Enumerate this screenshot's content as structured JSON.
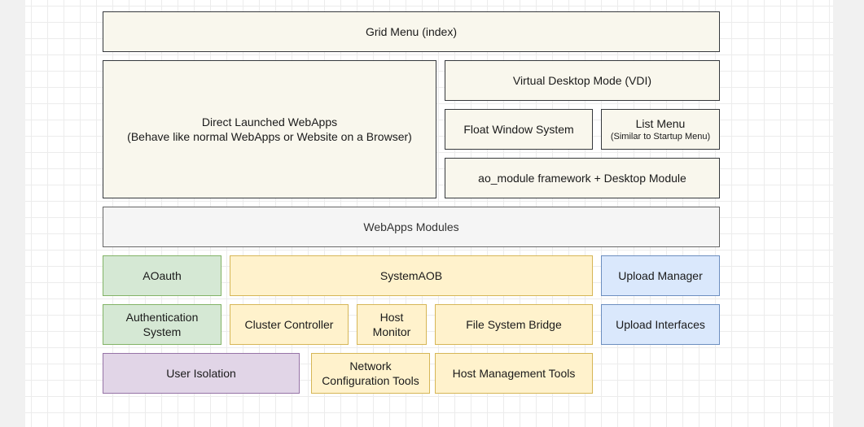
{
  "diagram": {
    "grid_menu": "Grid Menu (index)",
    "direct_webapps": {
      "line1": "Direct Launched WebApps",
      "line2": "(Behave like normal WebApps or Website on a Browser)"
    },
    "vdi": "Virtual Desktop Mode (VDI)",
    "float_window": "Float Window System",
    "list_menu": {
      "line1": "List Menu",
      "line2": "(Similar to Startup Menu)"
    },
    "ao_module": "ao_module framework + Desktop Module",
    "webapps_modules": "WebApps Modules",
    "aoauth": "AOauth",
    "systemaob": "SystemAOB",
    "upload_manager": "Upload Manager",
    "authentication": {
      "line1": "Authentication",
      "line2": "System"
    },
    "cluster_controller": "Cluster Controller",
    "host_monitor": {
      "line1": "Host",
      "line2": "Monitor"
    },
    "file_system_bridge": "File System Bridge",
    "upload_interfaces": "Upload Interfaces",
    "user_isolation": "User Isolation",
    "network_config": {
      "line1": "Network",
      "line2": "Configuration Tools"
    },
    "host_management": "Host Management Tools"
  },
  "colors": {
    "beige_fill": "#f9f7ed",
    "gray_fill": "#f5f5f5",
    "green_fill": "#d5e8d4",
    "yellow_fill": "#fff2cc",
    "blue_fill": "#dae8fc",
    "purple_fill": "#e1d5e7"
  }
}
